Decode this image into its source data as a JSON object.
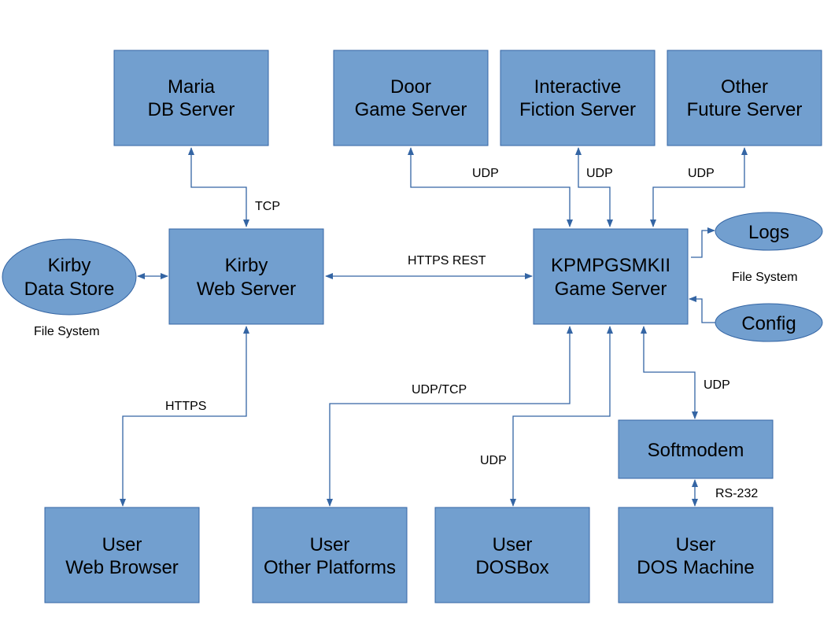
{
  "colors": {
    "node_fill": "#729fcf",
    "node_stroke": "#3465a4",
    "edge": "#3465a4"
  },
  "nodes": {
    "maria": {
      "lines": [
        "Maria",
        "DB Server"
      ]
    },
    "door": {
      "lines": [
        "Door",
        "Game Server"
      ]
    },
    "fiction": {
      "lines": [
        "Interactive",
        "Fiction Server"
      ]
    },
    "future": {
      "lines": [
        "Other",
        "Future Server"
      ]
    },
    "kirby_store": {
      "lines": [
        "Kirby",
        "Data Store"
      ]
    },
    "kirby_web": {
      "lines": [
        "Kirby",
        "Web Server"
      ]
    },
    "game": {
      "lines": [
        "KPMPGSMKII",
        "Game Server"
      ]
    },
    "logs": {
      "lines": [
        "Logs"
      ]
    },
    "config": {
      "lines": [
        "Config"
      ]
    },
    "softmodem": {
      "lines": [
        "Softmodem"
      ]
    },
    "browser": {
      "lines": [
        "User",
        "Web Browser"
      ]
    },
    "platforms": {
      "lines": [
        "User",
        "Other Platforms"
      ]
    },
    "dosbox": {
      "lines": [
        "User",
        "DOSBox"
      ]
    },
    "dosmachine": {
      "lines": [
        "User",
        "DOS Machine"
      ]
    }
  },
  "labels": {
    "tcp": "TCP",
    "udp_door": "UDP",
    "udp_fiction": "UDP",
    "udp_future": "UDP",
    "https_rest": "HTTPS REST",
    "fs_kirby": "File System",
    "fs_game": "File System",
    "https": "HTTPS",
    "udp_tcp": "UDP/TCP",
    "udp_dosbox": "UDP",
    "udp_softmodem": "UDP",
    "rs232": "RS-232"
  }
}
